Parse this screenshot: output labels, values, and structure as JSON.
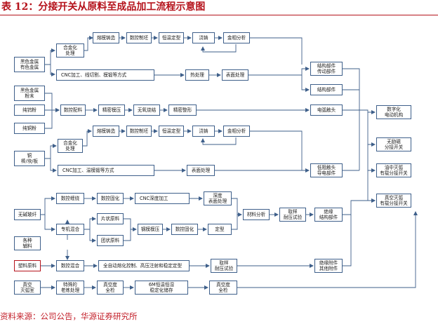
{
  "title": "表 12：分接开关从原料至成品加工流程示意图",
  "source": "资料来源：公司公告，华源证券研究所",
  "boxes": {
    "b_ferrous": "黑色金属\n有色金属",
    "b_alloy1": "合金化\n处理",
    "b_cast1": "熔模铸造",
    "b_cnc_mold1": "数控制坯",
    "b_temper1": "恒温定型",
    "b_pour1": "浇铸",
    "b_metal1": "金相分析",
    "b_cnc1": "CNC加工、线切割、模锻等方式",
    "b_heat": "热处理",
    "b_surface1": "表面处理",
    "b_struct_drive": "结构部件\n传动部件",
    "b_struct1": "结构部件",
    "b_powder": "黑色金属\n粉末",
    "b_tungsten": "纯钨粉",
    "b_copperpow": "纯铜粉",
    "b_cnc_mix": "数控配料",
    "b_press": "精密模压",
    "b_sinter": "无氧烧结",
    "b_shape": "精密整形",
    "b_arc": "电弧触头",
    "b_cast2": "熔模铸造",
    "b_cnc_mold2": "数控制坯",
    "b_temper2": "恒温定型",
    "b_pour2": "浇铸",
    "b_metal2": "金相分析",
    "b_copper": "铜\n棒/块/板",
    "b_alloy2": "合金化\n处理",
    "b_cnc2": "CNC加工、温模锻等方式",
    "b_surface2": "表面处理",
    "b_lowres": "低阻触头\n导电部件",
    "b_out_digital": "数字化\n电动机构",
    "b_out_free": "无励磁\n分接开关",
    "b_out_oil": "油中灭弧\n有载分接开关",
    "b_out_vacuum": "真空灭弧\n有载分接开关",
    "b_glass": "无碱玻纤",
    "b_cnc_wind": "数控缠绕",
    "b_cnc_cure1": "数控固化",
    "b_cnc_deep": "CNC深度加工",
    "b_deep_surface": "深度\n表面处理",
    "b_material": "材料分析",
    "b_sample": "取样\n耐压试验",
    "b_insul_struct": "绝缘\n结构部件",
    "b_sheet": "片状原料",
    "b_mixer": "专机混合",
    "b_press2": "钢模模压",
    "b_cnc_cure2": "数控固化",
    "b_fix": "定型",
    "b_lump": "团状原料",
    "b_aux": "各种\n辅料",
    "b_plastic": "塑料原料",
    "b_cnc_mix2": "数控混合",
    "b_auto": "全自动熔化控制、高压注射和稳定定型",
    "b_sample2": "取样\n耐压试验",
    "b_insul_other": "绝缘附件\n其他附件",
    "b_vacuum_chamber": "真空\n灭弧室",
    "b_aging": "特殊的\n老练处理",
    "b_vac_check1": "真空度\n全检",
    "b_storage": "6M恒温恒湿\n稳定化储存",
    "b_vac_check2": "真空度\n全检"
  }
}
